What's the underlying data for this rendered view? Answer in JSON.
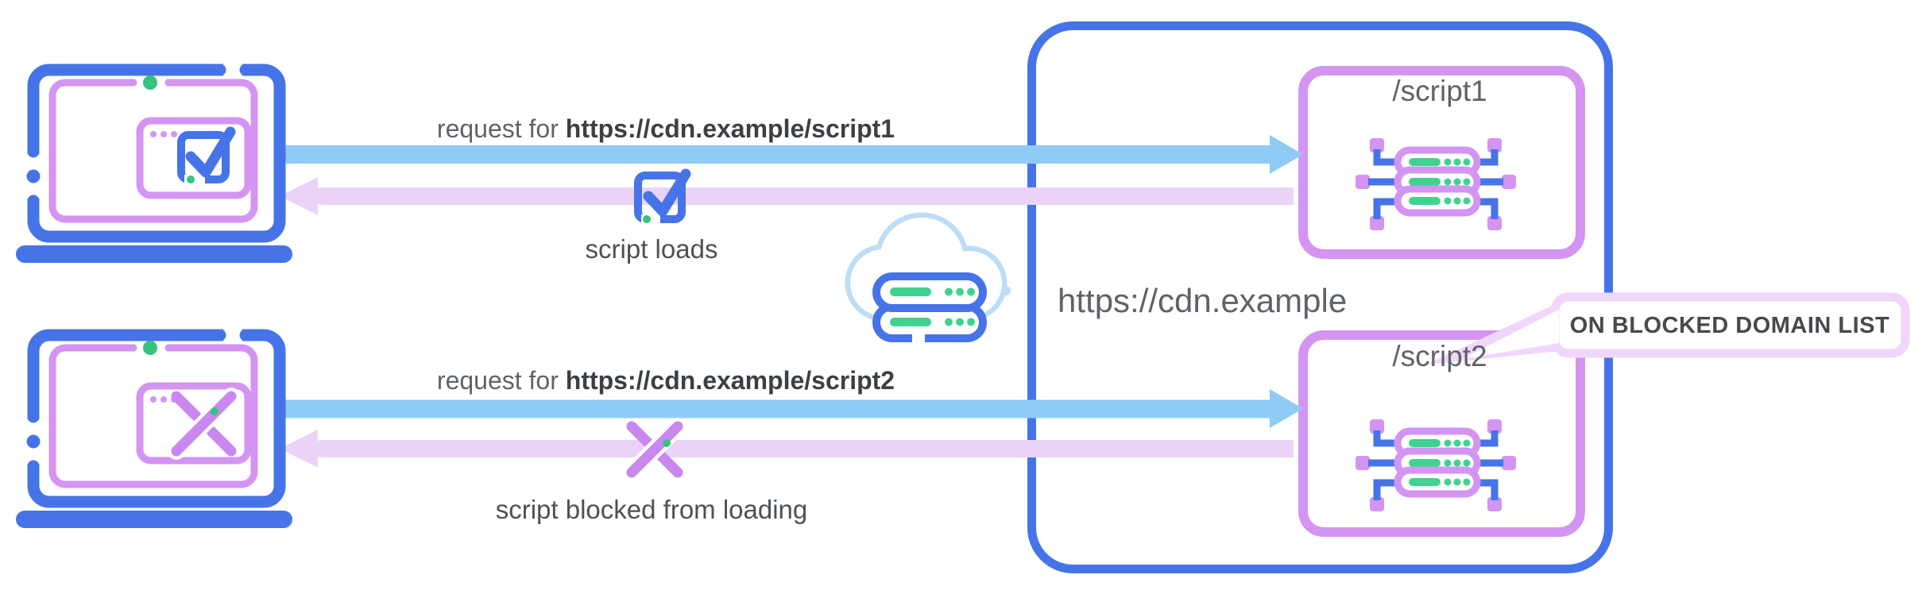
{
  "colors": {
    "blue": "#4674e8",
    "request_arrow_blue": "#90cbf5",
    "response_arrow_lavender": "#ebd3f8",
    "purple": "#d494f2",
    "icon_purple": "#c987ef",
    "callout_border": "#f1d6fb",
    "cloud_blue": "#bdddf6",
    "green_dot": "#35c37d",
    "green_bar": "#40d390",
    "text_gray": "#5f6368",
    "text_dark": "#3c4043"
  },
  "clients": {
    "allowed": {
      "icon": "laptop-icon",
      "status_icon": "check-icon"
    },
    "blocked": {
      "icon": "laptop-icon",
      "status_icon": "cross-icon"
    }
  },
  "flows": [
    {
      "request_prefix": "request for ",
      "request_url": "https://cdn.example/script1",
      "result_caption": "script loads",
      "result_icon": "check-icon"
    },
    {
      "request_prefix": "request for ",
      "request_url": "https://cdn.example/script2",
      "result_caption": "script blocked from loading",
      "result_icon": "cross-icon"
    }
  ],
  "network": {
    "icon": "cloud-server-icon"
  },
  "cdn": {
    "label": "https://cdn.example",
    "endpoints": [
      {
        "path": "/script1",
        "icon": "server-cluster-icon"
      },
      {
        "path": "/script2",
        "icon": "server-cluster-icon",
        "callout": "ON BLOCKED DOMAIN LIST"
      }
    ]
  }
}
